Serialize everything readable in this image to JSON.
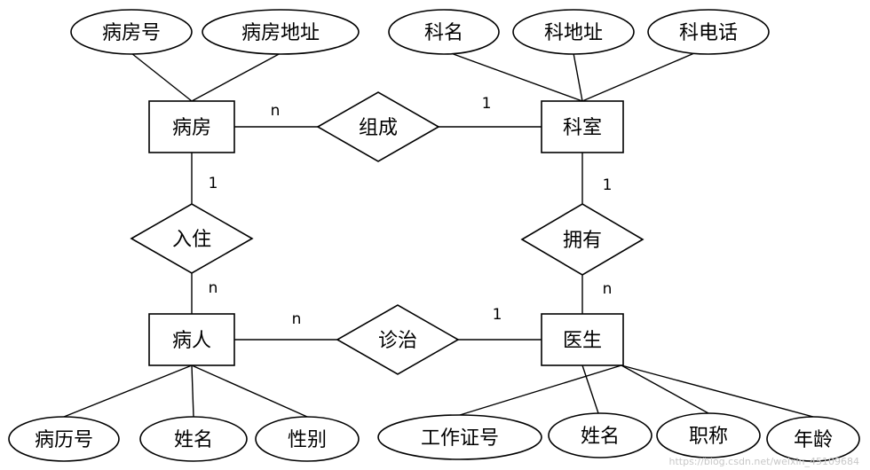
{
  "entities": {
    "ward": "病房",
    "department": "科室",
    "patient": "病人",
    "doctor": "医生"
  },
  "relationships": {
    "compose": "组成",
    "stay": "入住",
    "have": "拥有",
    "treat": "诊治"
  },
  "attributes": {
    "ward_no": "病房号",
    "ward_address": "病房地址",
    "dept_name": "科名",
    "dept_address": "科地址",
    "dept_phone": "科电话",
    "record_no": "病历号",
    "patient_name": "姓名",
    "patient_gender": "性别",
    "work_id": "工作证号",
    "doctor_name": "姓名",
    "doctor_title": "职称",
    "doctor_age": "年龄"
  },
  "cardinalities": {
    "compose_ward": "n",
    "compose_dept": "1",
    "stay_ward": "1",
    "stay_patient": "n",
    "have_dept": "1",
    "have_doctor": "n",
    "treat_patient": "n",
    "treat_doctor": "1"
  },
  "watermark": "https://blog.csdn.net/weixin_45109684"
}
